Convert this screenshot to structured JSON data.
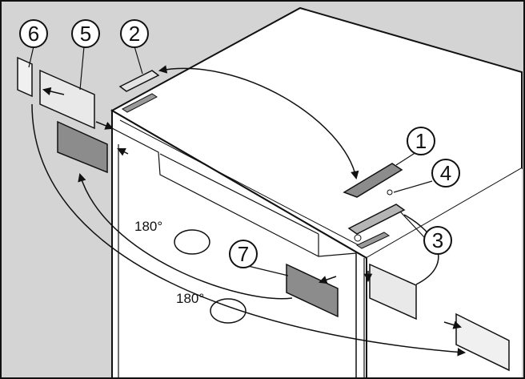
{
  "callouts": [
    {
      "id": "part-1",
      "label": "1"
    },
    {
      "id": "part-2",
      "label": "2"
    },
    {
      "id": "part-3",
      "label": "3"
    },
    {
      "id": "part-4",
      "label": "4"
    },
    {
      "id": "part-5",
      "label": "5"
    },
    {
      "id": "part-6",
      "label": "6"
    },
    {
      "id": "part-7",
      "label": "7"
    }
  ],
  "rotations": [
    {
      "id": "rotation-upper",
      "label": "180°"
    },
    {
      "id": "rotation-lower",
      "label": "180°"
    }
  ],
  "colors": {
    "wall": "#d4d4d4",
    "cabinet": "#ffffff",
    "part_dark": "#8c8c8c",
    "part_light": "#e9e9e9",
    "line": "#111111"
  }
}
